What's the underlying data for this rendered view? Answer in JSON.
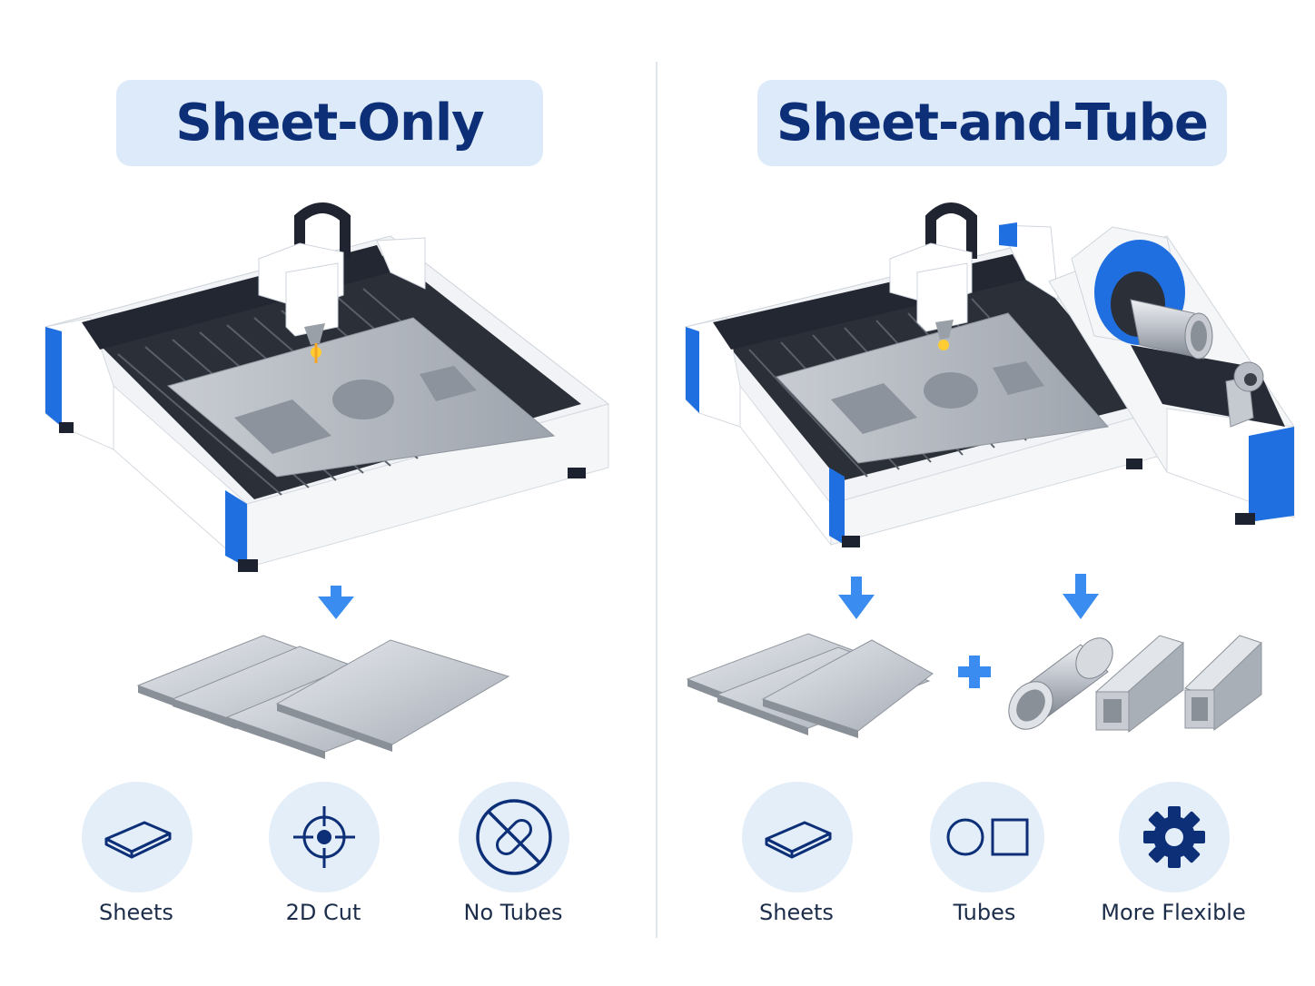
{
  "left": {
    "title": "Sheet-Only",
    "features": [
      {
        "icon": "sheet-icon",
        "label": "Sheets"
      },
      {
        "icon": "crosshair-icon",
        "label": "2D Cut"
      },
      {
        "icon": "no-tubes-icon",
        "label": "No Tubes"
      }
    ]
  },
  "right": {
    "title": "Sheet-and-Tube",
    "features": [
      {
        "icon": "sheet-icon",
        "label": "Sheets"
      },
      {
        "icon": "tube-shapes-icon",
        "label": "Tubes"
      },
      {
        "icon": "gear-icon",
        "label": "More Flexible"
      }
    ]
  },
  "colors": {
    "accent": "#1f6fe0",
    "title_bg": "#dceaf9",
    "title_text": "#0d2f78",
    "icon_stroke": "#0d2f78",
    "circle_bg": "#e3eef9"
  }
}
